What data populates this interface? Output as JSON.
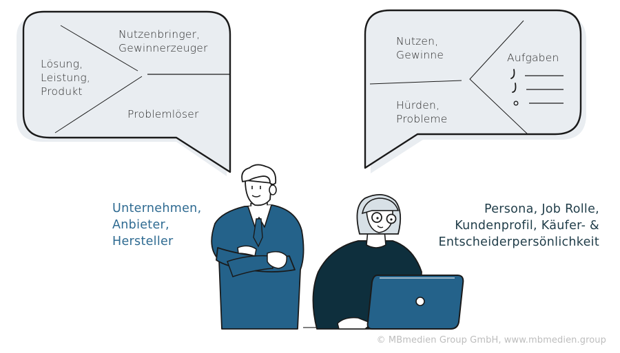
{
  "left_bubble": {
    "center": "Lösung,\nLeistung,\nProdukt",
    "center_lines": [
      "Lösung,",
      "Leistung,",
      "Produkt"
    ],
    "top_right_lines": [
      "Nutzenbringer,",
      "Gewinnerzeuger"
    ],
    "bottom_right": "Problemlöser"
  },
  "right_bubble": {
    "top_left_lines": [
      "Nutzen,",
      "Gewinne"
    ],
    "bottom_left_lines": [
      "Hürden,",
      "Probleme"
    ],
    "right_title": "Aufgaben",
    "task_items": [
      {
        "status": "checked",
        "icon": "checkmark-icon"
      },
      {
        "status": "checked",
        "icon": "checkmark-icon"
      },
      {
        "status": "open",
        "icon": "circle-icon"
      }
    ]
  },
  "left_label_lines": [
    "Unternehmen,",
    "Anbieter,",
    "Hersteller"
  ],
  "right_label_lines": [
    "Persona, Job Rolle,",
    "Kundenprofil, Käufer- &",
    "Entscheiderpersönlichkeit"
  ],
  "copyright": "© MBmedien Group GmbH, www.mbmedien.group",
  "colors": {
    "bubble_fill": "#e9edf1",
    "outline": "#1a1a1a",
    "suit_blue": "#24628a",
    "sweater_dark": "#0e2f3d",
    "label_blue": "#2e6a91",
    "label_dark": "#1f3c48",
    "hair_gray": "#d7e0e6"
  }
}
